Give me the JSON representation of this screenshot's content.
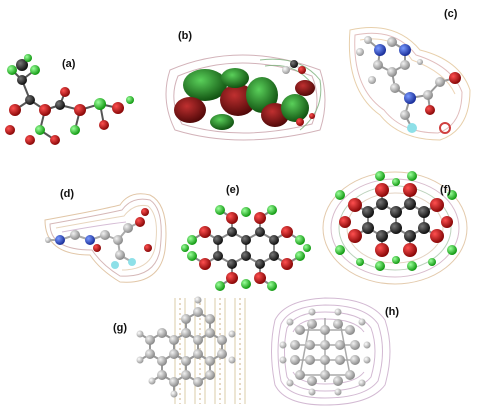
{
  "panels": {
    "a": {
      "label": "(a)"
    },
    "b": {
      "label": "(b)"
    },
    "c": {
      "label": "(c)"
    },
    "d": {
      "label": "(d)"
    },
    "e": {
      "label": "(e)"
    },
    "f": {
      "label": "(f)"
    },
    "g": {
      "label": "(g)"
    },
    "h": {
      "label": "(h)"
    }
  },
  "colors": {
    "carbon": "#1a1a1a",
    "oxygen": "#b01010",
    "fluorine": "#22c022",
    "hydrogen": "#e8e8e8",
    "nitrogen": "#2a48c8",
    "orbital_red": "#7a1010",
    "orbital_green": "#1f7a1f",
    "contour_warm": "#d8b48a",
    "contour_cool": "#9ab0c8",
    "contour_violet": "#c8a0c8"
  }
}
